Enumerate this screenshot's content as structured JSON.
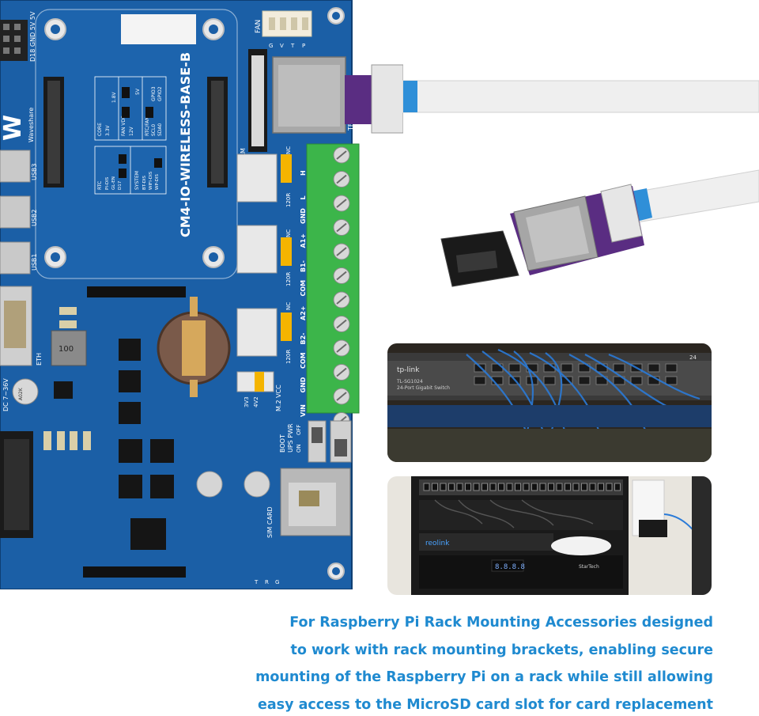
{
  "board": {
    "title": "CM4-IO-WIRELESS-BASE-B",
    "brand": "Waveshare",
    "brand_logo": "W",
    "labels": {
      "fan": "FAN",
      "fan_pins": [
        "G",
        "V",
        "T",
        "P"
      ],
      "gpio_header": "D18 GND 5V 5V",
      "usb3": "USB3",
      "usb2": "USB2",
      "usb1": "USB1",
      "eth": "ETH",
      "dc": "DC 7~36V",
      "cam": "CAM",
      "tf": "TF",
      "rtc": "RTC",
      "system": "SYSTEM",
      "core": "CORE",
      "fan_vdd": "FAN VDD",
      "rtc_fan": "RTC/FAN",
      "v33": "3.3V",
      "v18": "1.8V",
      "v5": "5V",
      "v12": "12V",
      "gpio03": "GPIO3",
      "gpio02": "GPIO2",
      "scl0": "SCL0",
      "sda0": "SDA0",
      "d17": "D17",
      "pi_dis": "PI-DIS",
      "gl_en": "GL-EN",
      "bt_dis": "BT-DIS",
      "wifi_dis": "WIFI-DIS",
      "wp_dis": "WP-DIS",
      "inductor": "100",
      "cap_text": "A02K",
      "sim_card": "SIM CARD",
      "boot": "BOOT",
      "ups_pwr": "UPS PWR",
      "on": "ON",
      "off": "OFF",
      "m2_vcc": "M.2 VCC",
      "v3v3": "3V3",
      "v4v2": "4V2",
      "trg": [
        "T",
        "R",
        "G"
      ]
    },
    "terminal_labels": [
      "H",
      "L",
      "GND",
      "A1+",
      "B1-",
      "COM",
      "A2+",
      "B2-",
      "COM",
      "GND",
      "VIN"
    ],
    "jumper_labels": [
      "NC",
      "120R",
      "NC",
      "120R",
      "NC",
      "120R"
    ]
  },
  "rack": {
    "switch_brand": "tp-link",
    "switch_model": "TL-SG1024",
    "switch_desc": "24-Port Gigabit Switch",
    "reolink": "reolink",
    "display": "8.8.8.8",
    "startech": "StarTech",
    "port_numbers": [
      "24"
    ]
  },
  "caption": {
    "lines": [
      "For Raspberry Pi Rack Mounting Accessories designed",
      "to work with rack mounting brackets, enabling secure",
      "mounting of the Raspberry Pi on a rack while still allowing",
      "easy access to the MicroSD card slot for card replacement"
    ]
  },
  "colors": {
    "pcb": "#1b5fa6",
    "pcb_dark": "#134a86",
    "terminal": "#3cb54a",
    "caption": "#1f8ad0",
    "adapter": "#5a2d82"
  }
}
